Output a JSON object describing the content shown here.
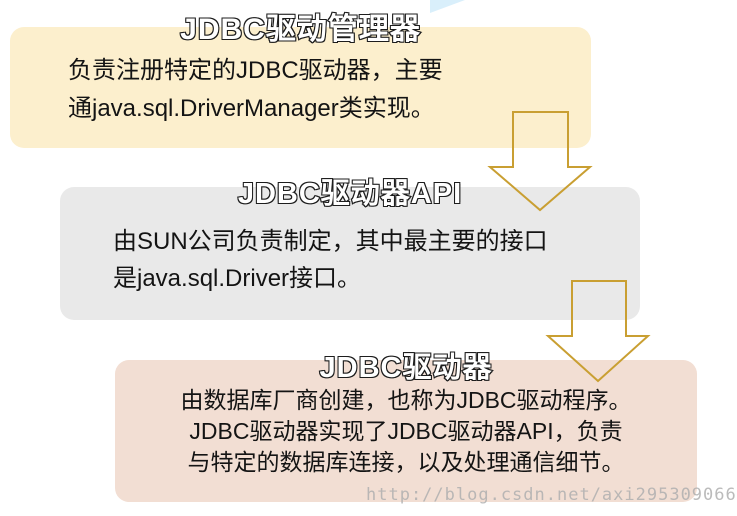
{
  "decoration": {
    "name": "blue-corner-triangle",
    "color": "#d9effb"
  },
  "boxes": [
    {
      "id": "jdbc-driver-manager",
      "title": "JDBC驱动管理器",
      "bg": "#fcefcd",
      "lines": [
        "负责注册特定的JDBC驱动器，主要",
        "通java.sql.DriverManager类实现。"
      ]
    },
    {
      "id": "jdbc-driver-api",
      "title": "JDBC驱动器API",
      "bg": "#e9e9e9",
      "lines": [
        "由SUN公司负责制定，其中最主要的接口",
        "是java.sql.Driver接口。"
      ]
    },
    {
      "id": "jdbc-driver",
      "title": "JDBC驱动器",
      "bg": "#f2ded3",
      "lines": [
        "由数据库厂商创建，也称为JDBC驱动程序。",
        "JDBC驱动器实现了JDBC驱动器API，负责",
        "与特定的数据库连接，以及处理通信细节。"
      ]
    }
  ],
  "arrows": {
    "color": "#c99f32",
    "direction": "down",
    "style": "hollow-block-arrow"
  },
  "watermark": {
    "text": "http://blog.csdn.net/axi295309066",
    "color": "#c6c6c6"
  }
}
